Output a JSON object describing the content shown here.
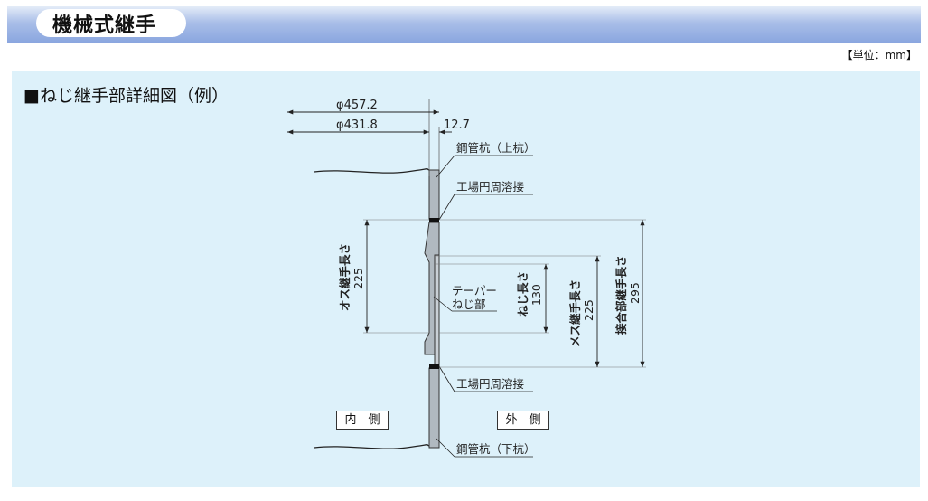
{
  "header": {
    "title": "機械式継手"
  },
  "unit": "【単位：mm】",
  "section_title": "■ねじ継手部詳細図（例）",
  "dims": {
    "outer_diameter": "φ457.2",
    "inner_diameter": "φ431.8",
    "thickness": "12.7",
    "male_length_label": "オス継手長さ",
    "male_length_value": "225",
    "thread_length_label": "ねじ長さ",
    "thread_length_value": "130",
    "female_length_label": "メス継手長さ",
    "female_length_value": "225",
    "joint_length_label": "接合部継手長さ",
    "joint_length_value": "295"
  },
  "labels": {
    "upper_pile": "鋼管杭（上杭）",
    "weld_upper": "工場円周溶接",
    "taper_line1": "テーパー",
    "taper_line2": "ねじ部",
    "weld_lower": "工場円周溶接",
    "lower_pile": "鋼管杭（下杭）",
    "inside": "内　側",
    "outside": "外　側"
  }
}
